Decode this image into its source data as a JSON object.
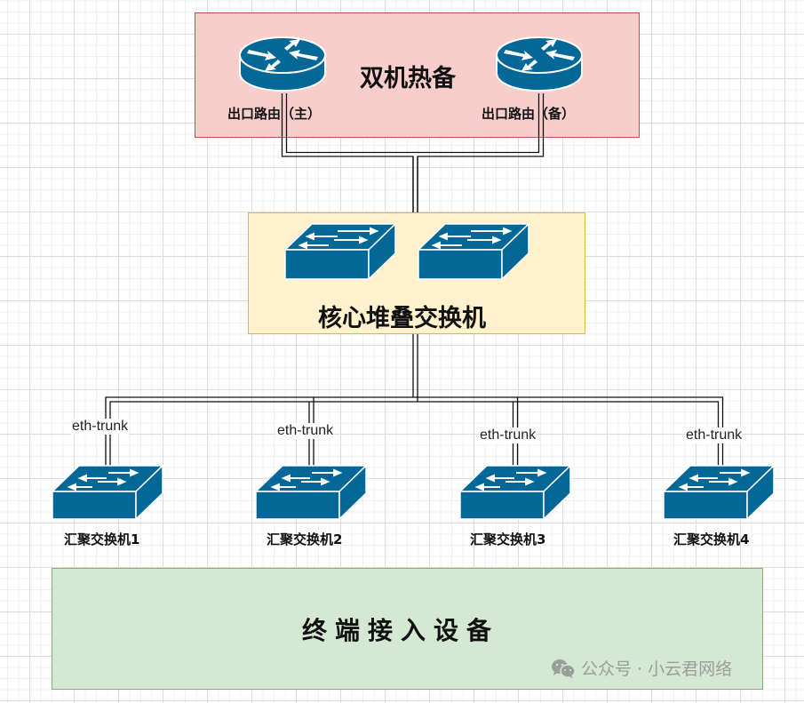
{
  "diagram": {
    "ha_group": {
      "title": "双机热备"
    },
    "routers": [
      {
        "label": "出口路由（主）",
        "role": "primary"
      },
      {
        "label": "出口路由（备）",
        "role": "backup"
      }
    ],
    "core_group": {
      "title": "核心堆叠交换机",
      "switch_count": 2
    },
    "aggregation_switches": [
      {
        "label": "汇聚交换机1",
        "link_label": "eth-trunk"
      },
      {
        "label": "汇聚交换机2",
        "link_label": "eth-trunk"
      },
      {
        "label": "汇聚交换机3",
        "link_label": "eth-trunk"
      },
      {
        "label": "汇聚交换机4",
        "link_label": "eth-trunk"
      }
    ],
    "access_group": {
      "title": "终端接入设备"
    },
    "colors": {
      "device": "#036897",
      "ha_fill": "#f8cecc",
      "ha_border": "#b85450",
      "core_fill": "#fff2cc",
      "core_border": "#d6b656",
      "access_fill": "#d5e8d4",
      "access_border": "#82b366"
    }
  },
  "watermark": {
    "text": "公众号 · 小云君网络",
    "icon": "wechat-icon"
  }
}
